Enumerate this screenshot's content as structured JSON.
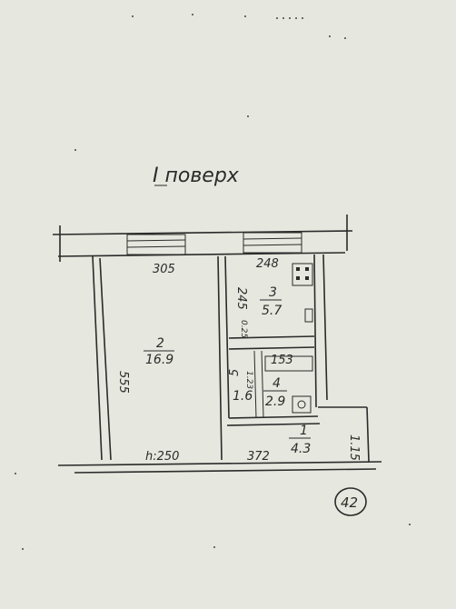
{
  "title": "I поверх",
  "rooms": [
    {
      "number": "1",
      "area": "4.3"
    },
    {
      "number": "2",
      "area": "16.9"
    },
    {
      "number": "3",
      "area": "5.7"
    },
    {
      "number": "4",
      "area": "2.9"
    },
    {
      "number": "5",
      "area": "1.6"
    }
  ],
  "dimensions": {
    "living_width": "305",
    "living_length": "555",
    "kitchen_width": "248",
    "kitchen_length": "245",
    "bath_width": "153",
    "bath_length": "1.23",
    "toilet_width": "0.25",
    "hall_width": "372",
    "hall_length": "1.15",
    "ceiling_height": "h:250"
  },
  "sheet_number": "42"
}
